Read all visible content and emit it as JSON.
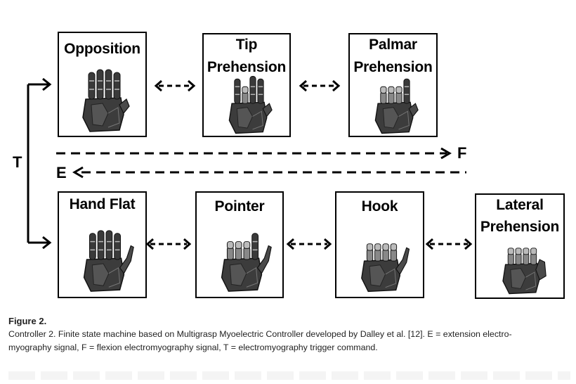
{
  "diagram": {
    "states": {
      "opposition": {
        "label_lines": [
          "Opposition"
        ]
      },
      "tip_prehension": {
        "label_lines": [
          "Tip",
          "Prehension"
        ]
      },
      "palmar_prehension": {
        "label_lines": [
          "Palmar",
          "Prehension"
        ]
      },
      "hand_flat": {
        "label_lines": [
          "Hand Flat"
        ]
      },
      "pointer": {
        "label_lines": [
          "Pointer"
        ]
      },
      "hook": {
        "label_lines": [
          "Hook"
        ]
      },
      "lateral_prehension": {
        "label_lines": [
          "Lateral",
          "Prehension"
        ]
      }
    },
    "signals": {
      "flexion": "F",
      "extension": "E",
      "trigger": "T"
    }
  },
  "caption": {
    "title": "Figure 2.",
    "line1": "Controller 2. Finite state machine based on Multigrasp Myoelectric Controller developed by Dalley et al. [12]. E = extension electro-",
    "line2": "myography signal, F = flexion electromyography signal, T = electromyography trigger command."
  }
}
